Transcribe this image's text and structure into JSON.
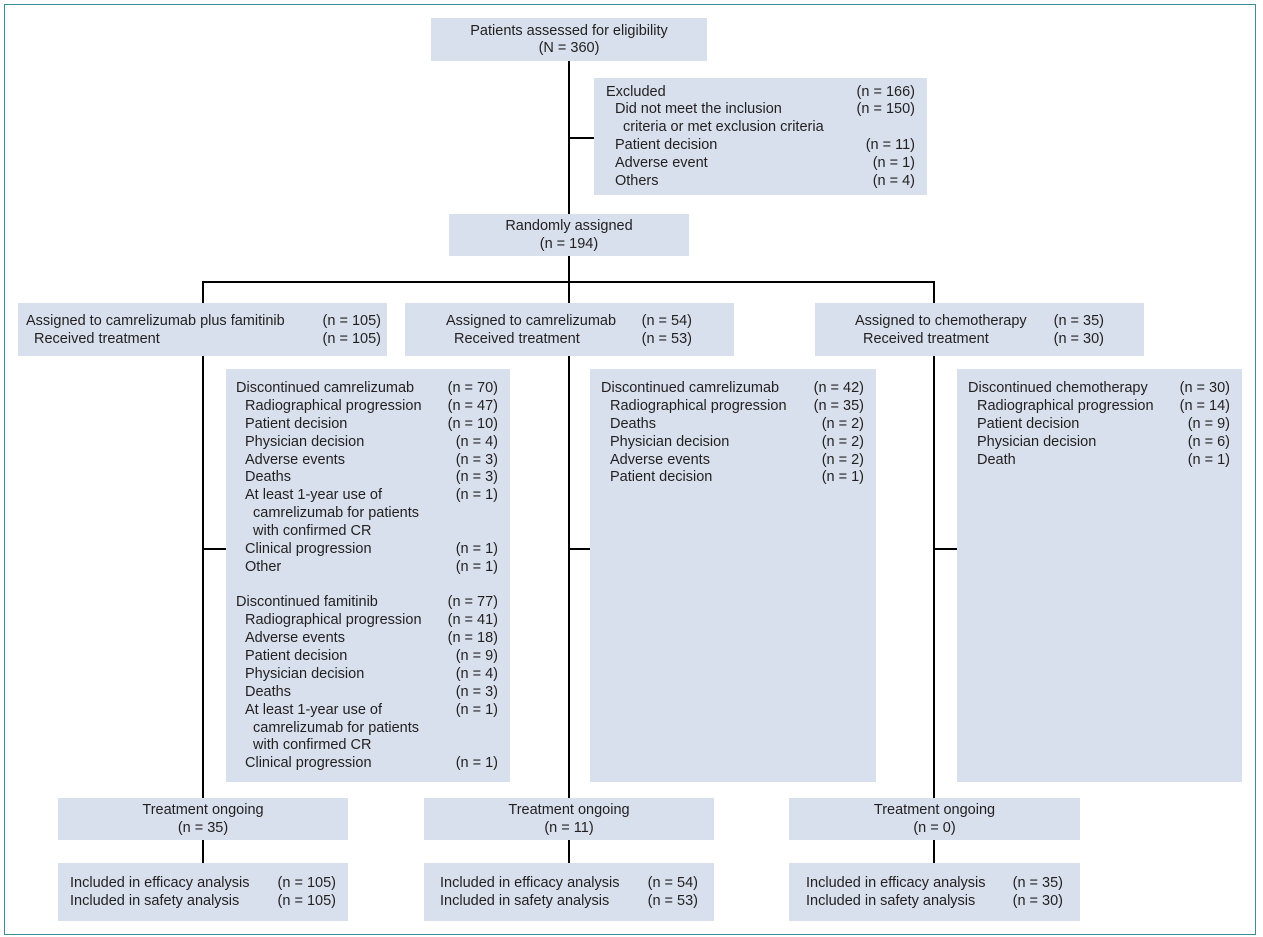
{
  "assessed": {
    "label": "Patients assessed for eligibility",
    "n": "(N = 360)"
  },
  "excluded": {
    "label": "Excluded",
    "n": "(n = 166)",
    "items": [
      {
        "label": "Did not meet the inclusion",
        "label2": "criteria or met exclusion criteria",
        "n": "(n = 150)"
      },
      {
        "label": "Patient decision",
        "n": "(n = 11)"
      },
      {
        "label": "Adverse event",
        "n": "(n = 1)"
      },
      {
        "label": "Others",
        "n": "(n = 4)"
      }
    ]
  },
  "randomized": {
    "label": "Randomly assigned",
    "n": "(n = 194)"
  },
  "arms": [
    {
      "assigned": "Assigned to camrelizumab plus famitinib",
      "assigned_n": "(n = 105)",
      "received": "Received treatment",
      "received_n": "(n = 105)",
      "disc_a": {
        "title": "Discontinued camrelizumab",
        "n": "(n = 70)",
        "items": [
          {
            "label": "Radiographical progression",
            "n": "(n = 47)"
          },
          {
            "label": "Patient decision",
            "n": "(n = 10)"
          },
          {
            "label": "Physician decision",
            "n": "(n = 4)"
          },
          {
            "label": "Adverse events",
            "n": "(n = 3)"
          },
          {
            "label": "Deaths",
            "n": "(n = 3)"
          },
          {
            "label": "At least 1-year use of",
            "label2": "camrelizumab for patients",
            "label3": "with confirmed CR",
            "n": "(n = 1)"
          },
          {
            "label": "Clinical progression",
            "n": "(n = 1)"
          },
          {
            "label": "Other",
            "n": "(n = 1)"
          }
        ]
      },
      "disc_b": {
        "title": "Discontinued famitinib",
        "n": "(n = 77)",
        "items": [
          {
            "label": "Radiographical progression",
            "n": "(n = 41)"
          },
          {
            "label": "Adverse events",
            "n": "(n = 18)"
          },
          {
            "label": "Patient decision",
            "n": "(n = 9)"
          },
          {
            "label": "Physician decision",
            "n": "(n = 4)"
          },
          {
            "label": "Deaths",
            "n": "(n = 3)"
          },
          {
            "label": "At least 1-year use of",
            "label2": "camrelizumab for patients",
            "label3": "with confirmed CR",
            "n": "(n = 1)"
          },
          {
            "label": "Clinical progression",
            "n": "(n = 1)"
          }
        ]
      },
      "ongoing": "Treatment ongoing",
      "ongoing_n": "(n = 35)",
      "efficacy": "Included in efficacy analysis",
      "efficacy_n": "(n = 105)",
      "safety": "Included in safety analysis",
      "safety_n": "(n = 105)"
    },
    {
      "assigned": "Assigned to camrelizumab",
      "assigned_n": "(n = 54)",
      "received": "Received treatment",
      "received_n": "(n = 53)",
      "disc_a": {
        "title": "Discontinued camrelizumab",
        "n": "(n = 42)",
        "items": [
          {
            "label": "Radiographical progression",
            "n": "(n = 35)"
          },
          {
            "label": "Deaths",
            "n": "(n = 2)"
          },
          {
            "label": "Physician decision",
            "n": "(n = 2)"
          },
          {
            "label": "Adverse events",
            "n": "(n = 2)"
          },
          {
            "label": "Patient decision",
            "n": "(n = 1)"
          }
        ]
      },
      "ongoing": "Treatment ongoing",
      "ongoing_n": "(n = 11)",
      "efficacy": "Included in efficacy analysis",
      "efficacy_n": "(n = 54)",
      "safety": "Included in safety analysis",
      "safety_n": "(n = 53)"
    },
    {
      "assigned": "Assigned to chemotherapy",
      "assigned_n": "(n = 35)",
      "received": "Received treatment",
      "received_n": "(n = 30)",
      "disc_a": {
        "title": "Discontinued chemotherapy",
        "n": "(n = 30)",
        "items": [
          {
            "label": "Radiographical progression",
            "n": "(n = 14)"
          },
          {
            "label": "Patient decision",
            "n": "(n = 9)"
          },
          {
            "label": "Physician decision",
            "n": "(n = 6)"
          },
          {
            "label": "Death",
            "n": "(n = 1)"
          }
        ]
      },
      "ongoing": "Treatment ongoing",
      "ongoing_n": "(n = 0)",
      "efficacy": "Included in efficacy analysis",
      "efficacy_n": "(n = 35)",
      "safety": "Included in safety analysis",
      "safety_n": "(n = 30)"
    }
  ]
}
